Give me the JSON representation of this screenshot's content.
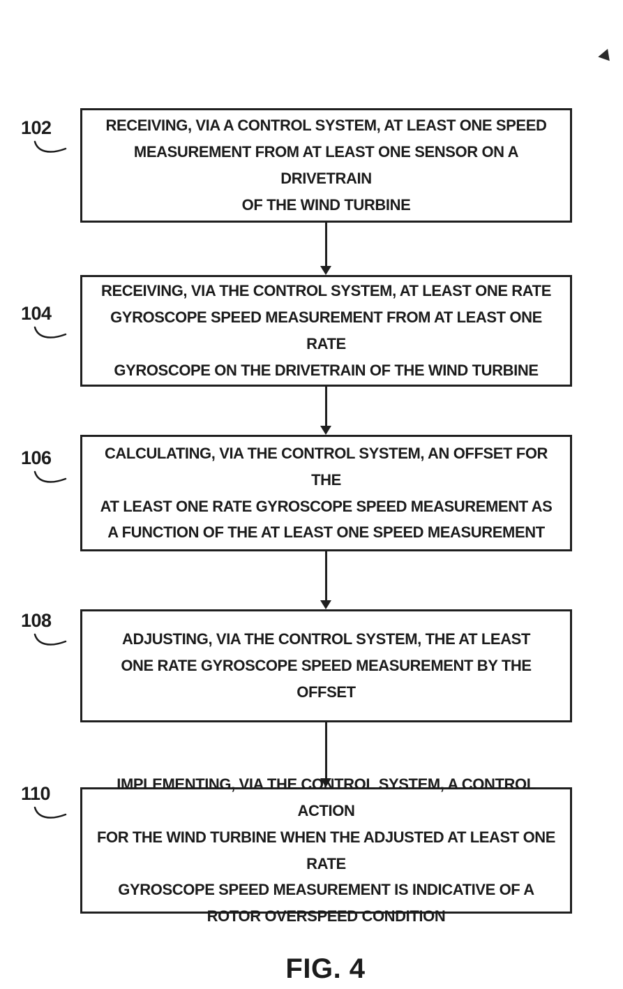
{
  "figure": {
    "caption": "FIG. 4"
  },
  "diagram": {
    "type": "flowchart",
    "direction": "top-down",
    "steps": [
      {
        "ref": "102",
        "text": "RECEIVING, VIA A CONTROL SYSTEM, AT LEAST ONE SPEED\nMEASUREMENT FROM AT LEAST ONE SENSOR ON A DRIVETRAIN\nOF THE WIND TURBINE"
      },
      {
        "ref": "104",
        "text": "RECEIVING, VIA THE CONTROL SYSTEM, AT LEAST ONE RATE\nGYROSCOPE SPEED MEASUREMENT FROM AT LEAST ONE RATE\nGYROSCOPE ON THE DRIVETRAIN OF THE WIND TURBINE"
      },
      {
        "ref": "106",
        "text": "CALCULATING, VIA THE CONTROL SYSTEM, AN OFFSET FOR THE\nAT LEAST ONE RATE GYROSCOPE SPEED MEASUREMENT AS\nA FUNCTION OF THE AT LEAST ONE SPEED MEASUREMENT"
      },
      {
        "ref": "108",
        "text": "ADJUSTING, VIA THE CONTROL SYSTEM, THE AT LEAST\nONE RATE GYROSCOPE SPEED MEASUREMENT BY THE OFFSET"
      },
      {
        "ref": "110",
        "text": "IMPLEMENTING, VIA THE CONTROL SYSTEM, A CONTROL ACTION\nFOR THE WIND TURBINE WHEN THE ADJUSTED AT LEAST ONE RATE\nGYROSCOPE SPEED MEASUREMENT IS INDICATIVE OF A\nROTOR OVERSPEED CONDITION"
      }
    ]
  },
  "colors": {
    "ink": "#1b1b1b",
    "background": "#ffffff"
  }
}
